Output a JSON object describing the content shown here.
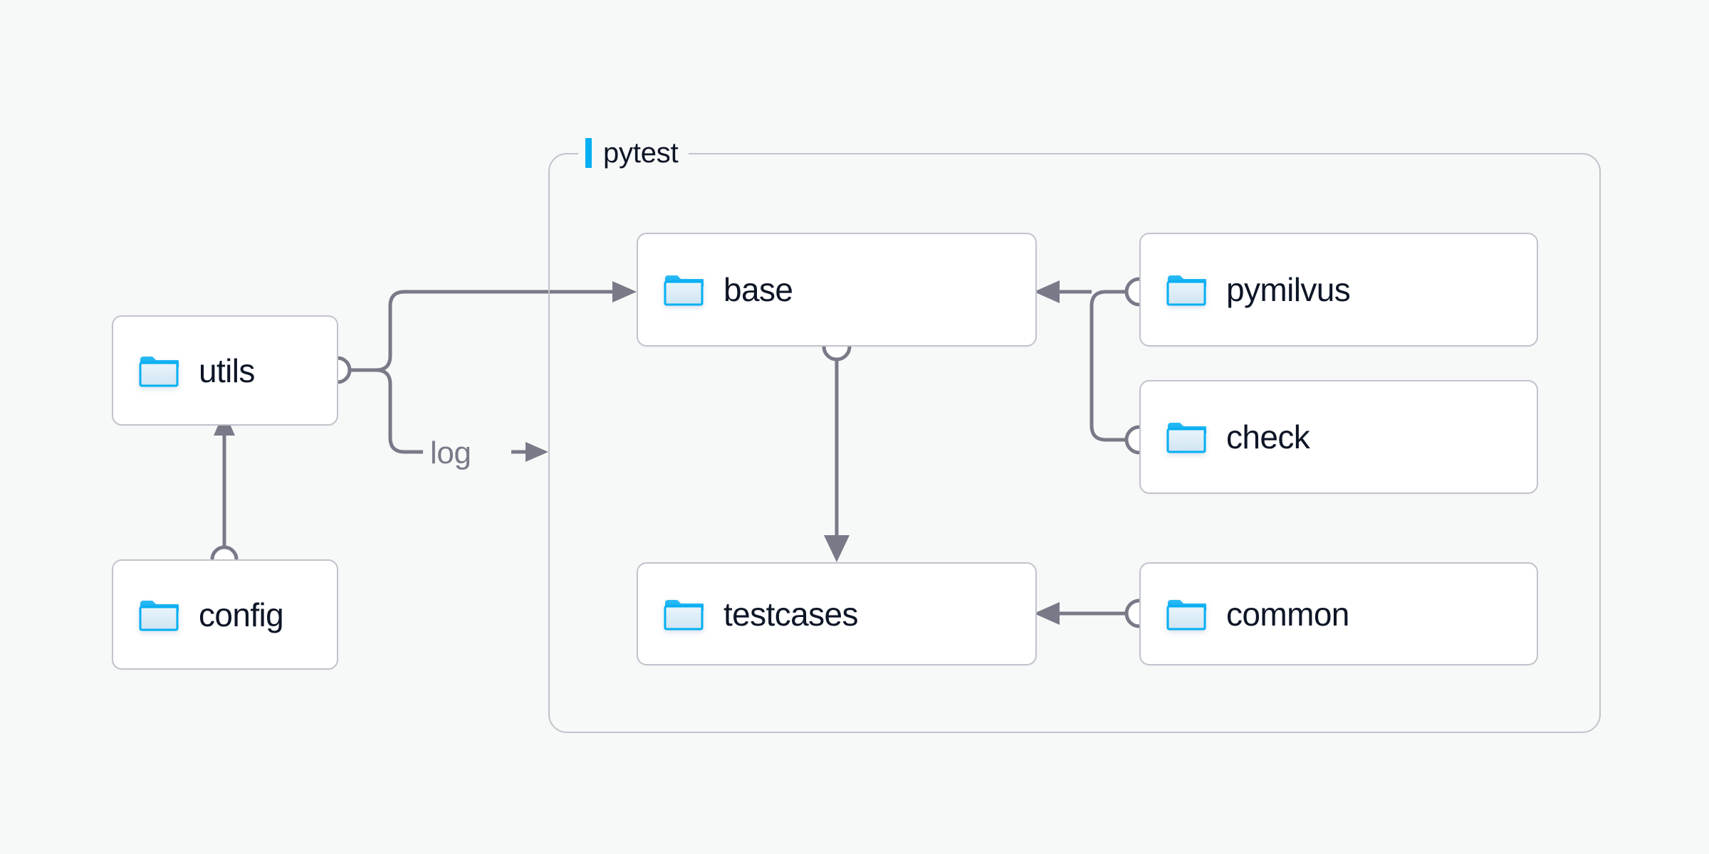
{
  "diagram": {
    "background_color": "#f7f8f8",
    "node_border_color": "#c2c3cc",
    "edge_color": "#787a88",
    "accent_color": "#05aff2",
    "text_color": "#0d1526"
  },
  "group": {
    "label": "pytest",
    "accent_color": "#05aff2"
  },
  "nodes": [
    {
      "id": "utils",
      "label": "utils",
      "icon": "folder-icon"
    },
    {
      "id": "config",
      "label": "config",
      "icon": "folder-icon"
    },
    {
      "id": "base",
      "label": "base",
      "icon": "folder-icon"
    },
    {
      "id": "testcases",
      "label": "testcases",
      "icon": "folder-icon"
    },
    {
      "id": "pymilvus",
      "label": "pymilvus",
      "icon": "folder-icon"
    },
    {
      "id": "check",
      "label": "check",
      "icon": "folder-icon"
    },
    {
      "id": "common",
      "label": "common",
      "icon": "folder-icon"
    }
  ],
  "edges": [
    {
      "id": "utils-base",
      "from": "utils",
      "to": "base",
      "label": ""
    },
    {
      "id": "utils-log",
      "from": "utils",
      "to": "pytest",
      "label": "log"
    },
    {
      "id": "config-utils",
      "from": "config",
      "to": "utils",
      "label": ""
    },
    {
      "id": "base-testcases",
      "from": "base",
      "to": "testcases",
      "label": ""
    },
    {
      "id": "pymilvus-base",
      "from": "pymilvus",
      "to": "base",
      "label": ""
    },
    {
      "id": "check-base",
      "from": "check",
      "to": "base",
      "label": ""
    },
    {
      "id": "common-testcases",
      "from": "common",
      "to": "testcases",
      "label": ""
    }
  ],
  "labels": {
    "log": "log"
  }
}
